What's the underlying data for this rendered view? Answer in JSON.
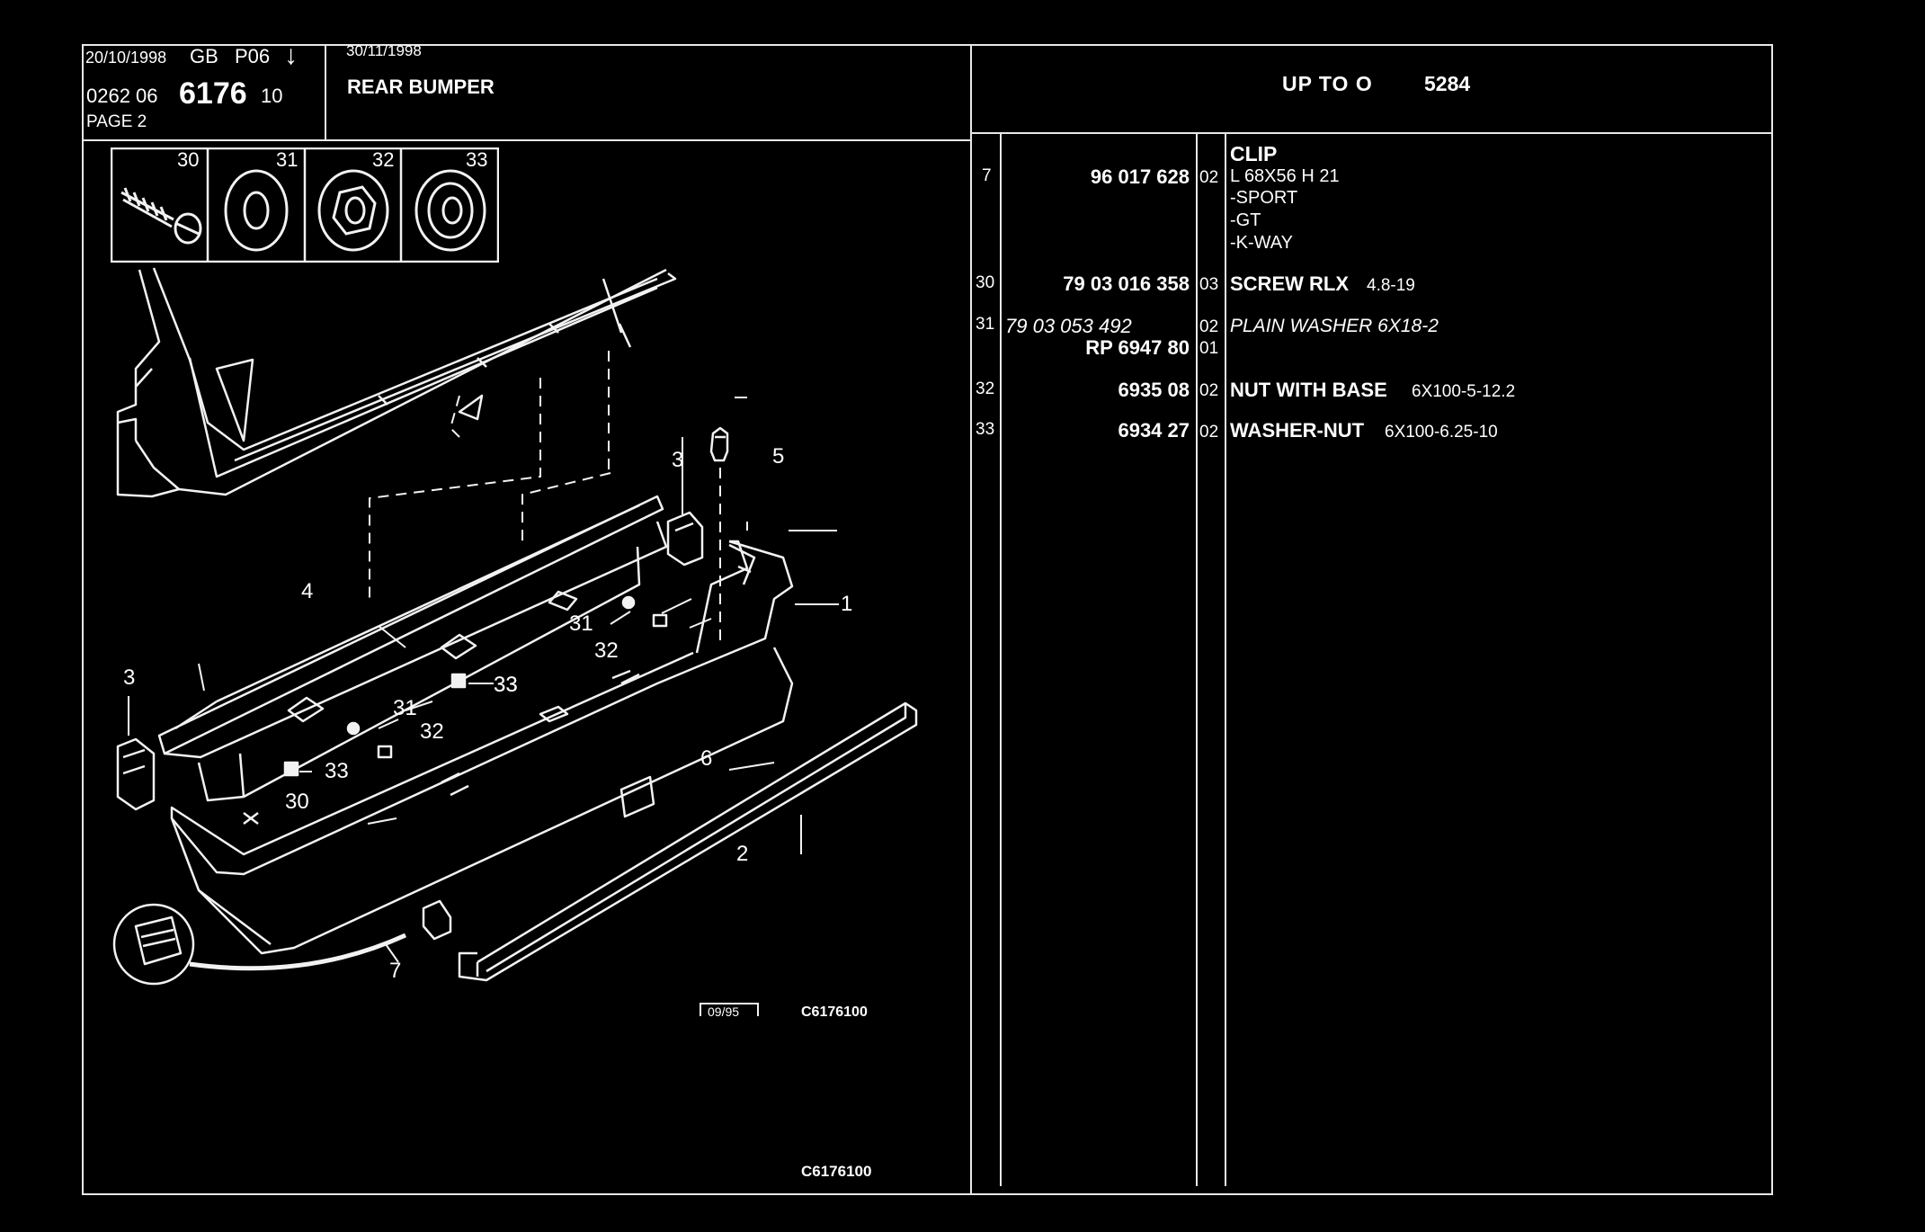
{
  "header": {
    "date_left": "20/10/1998",
    "market": "GB",
    "code": "P06",
    "arrow": "↓",
    "ref_prefix": "0262 06",
    "ref_main": "6176",
    "ref_suffix": "10",
    "page": "PAGE 2",
    "date_right": "30/11/1998",
    "title": "REAR BUMPER",
    "range_label": "UP TO O",
    "range_value": "5284"
  },
  "inset_numbers": [
    "30",
    "31",
    "32",
    "33"
  ],
  "diagram": {
    "callouts": [
      "1",
      "2",
      "3",
      "3",
      "4",
      "5",
      "6",
      "7",
      "30",
      "31",
      "31",
      "32",
      "32",
      "33",
      "33",
      "33"
    ],
    "stamp": "09/95",
    "drawing_ref": "C6176100",
    "footer_ref": "C6176100"
  },
  "parts": [
    {
      "ref": "7",
      "number": "96 017 628",
      "qty": "02",
      "name": "CLIP",
      "details": [
        "L 68X56 H 21",
        "-SPORT",
        "-GT",
        "-K-WAY"
      ]
    },
    {
      "ref": "30",
      "number": "79 03 016 358",
      "qty": "03",
      "name": "SCREW RLX",
      "spec": "4.8-19"
    },
    {
      "ref": "31",
      "number": "79 03 053 492",
      "qty": "02",
      "name": "PLAIN WASHER 6X18-2",
      "alt_number": "RP 6947 80",
      "alt_qty": "01"
    },
    {
      "ref": "32",
      "number": "6935 08",
      "qty": "02",
      "name": "NUT WITH BASE",
      "spec": "6X100-5-12.2"
    },
    {
      "ref": "33",
      "number": "6934 27",
      "qty": "02",
      "name": "WASHER-NUT",
      "spec": "6X100-6.25-10"
    }
  ],
  "colors": {
    "background": "#000000",
    "ink": "#ffffff",
    "line": "#e8e8e8"
  }
}
